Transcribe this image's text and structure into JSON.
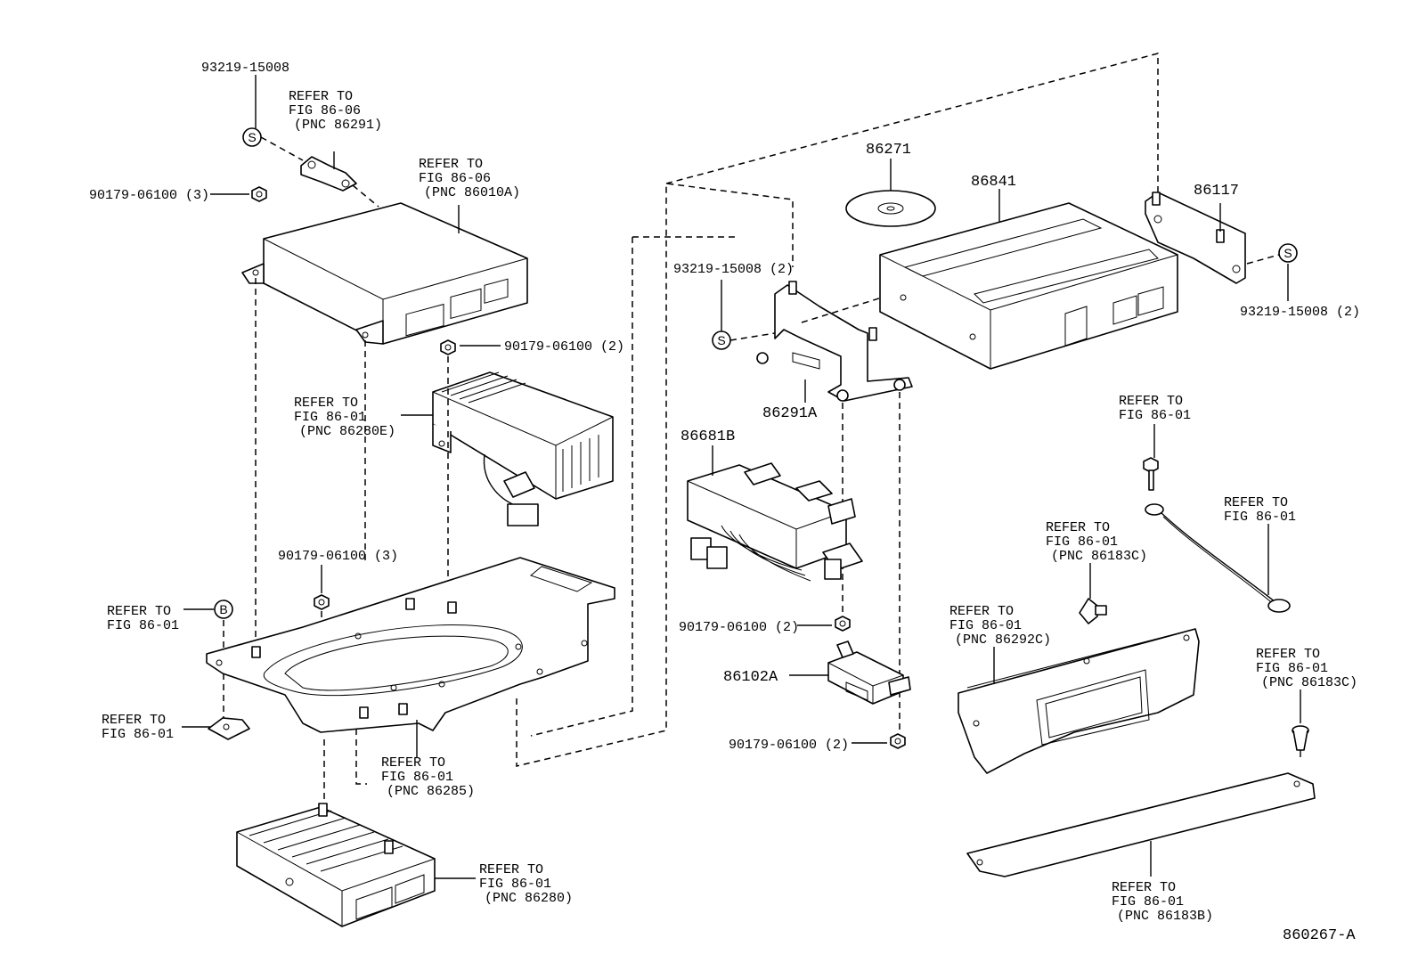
{
  "drawing_id": "860267-A",
  "symbols": {
    "s": "S",
    "b": "B"
  },
  "labels": {
    "p93219_tl": "93219-15008",
    "r_fig8606_a1": "REFER TO",
    "r_fig8606_a2": "FIG 86-06",
    "r_fig8606_a3": "(PNC 86291)",
    "r_fig8606_b1": "REFER TO",
    "r_fig8606_b2": "FIG 86-06",
    "r_fig8606_b3": "(PNC 86010A)",
    "p90179_3_top": "90179-06100 (3)",
    "p90179_2_mid": "90179-06100 (2)",
    "r_86280e_1": "REFER TO",
    "r_86280e_2": "FIG 86-01",
    "r_86280e_3": "(PNC 86280E)",
    "p90179_3_mid": "90179-06100 (3)",
    "r_b_1": "REFER TO",
    "r_b_2": "FIG 86-01",
    "r_bot_1": "REFER TO",
    "r_bot_2": "FIG 86-01",
    "r_86285_1": "REFER TO",
    "r_86285_2": "FIG 86-01",
    "r_86285_3": "(PNC 86285)",
    "r_86280_1": "REFER TO",
    "r_86280_2": "FIG 86-01",
    "r_86280_3": "(PNC 86280)",
    "p86271": "86271",
    "p86841": "86841",
    "p86117": "86117",
    "p93219_2_l": "93219-15008 (2)",
    "p93219_2_r": "93219-15008 (2)",
    "p86291a": "86291A",
    "p86681b": "86681B",
    "r_gnd_1": "REFER TO",
    "r_gnd_2": "FIG 86-01",
    "r_wire_1": "REFER TO",
    "r_wire_2": "FIG 86-01",
    "r_86183c_a1": "REFER TO",
    "r_86183c_a2": "FIG 86-01",
    "r_86183c_a3": "(PNC 86183C)",
    "r_86292c_1": "REFER TO",
    "r_86292c_2": "FIG 86-01",
    "r_86292c_3": "(PNC 86292C)",
    "r_86183c_b1": "REFER TO",
    "r_86183c_b2": "FIG 86-01",
    "r_86183c_b3": "(PNC 86183C)",
    "p90179_2_right1": "90179-06100 (2)",
    "p86102a": "86102A",
    "p90179_2_right2": "90179-06100 (2)",
    "r_86183b_1": "REFER TO",
    "r_86183b_2": "FIG 86-01",
    "r_86183b_3": "(PNC 86183B)"
  }
}
